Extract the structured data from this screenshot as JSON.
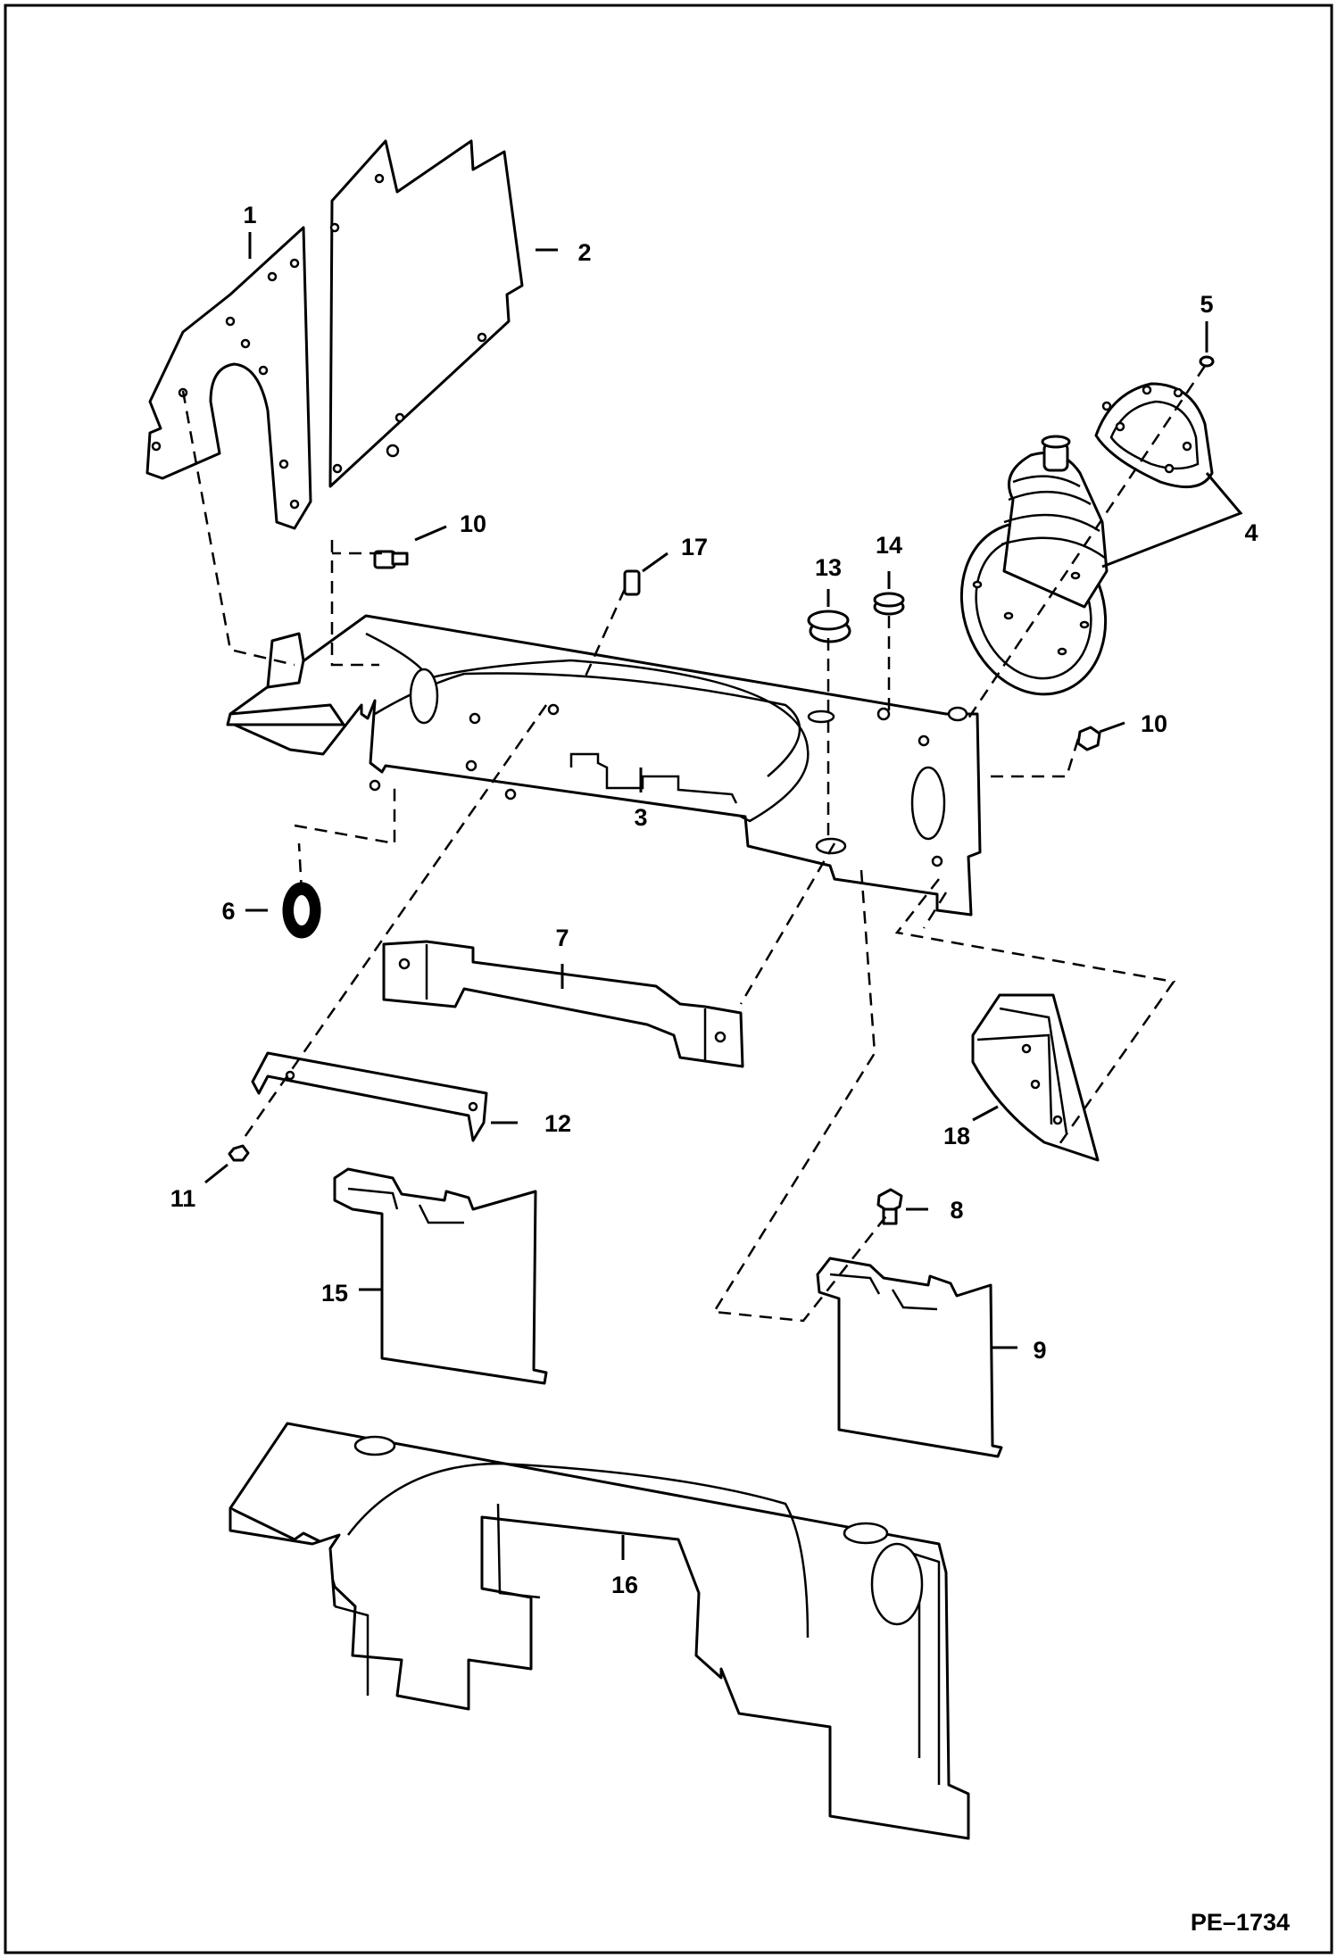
{
  "figure_ref": "PE–1734",
  "callouts": {
    "c1": "1",
    "c2": "2",
    "c3": "3",
    "c4": "4",
    "c5": "5",
    "c6": "6",
    "c7": "7",
    "c8": "8",
    "c9": "9",
    "c10a": "10",
    "c10b": "10",
    "c11": "11",
    "c12": "12",
    "c13": "13",
    "c14": "14",
    "c15": "15",
    "c16": "16",
    "c17": "17",
    "c18": "18"
  }
}
